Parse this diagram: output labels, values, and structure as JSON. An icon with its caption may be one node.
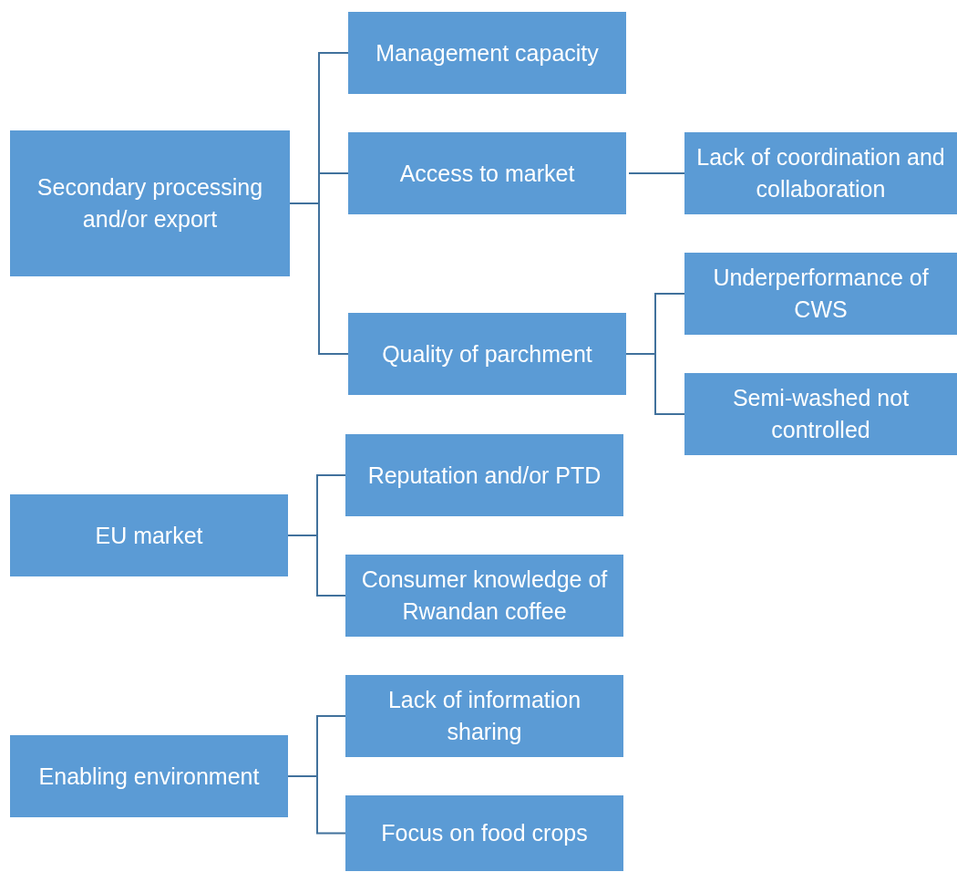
{
  "diagram": {
    "nodes": [
      {
        "text": [
          "Secondary processing and/or export"
        ]
      },
      {
        "text": [
          "Management capacity"
        ]
      },
      {
        "text": [
          "Access to market"
        ]
      },
      {
        "text": [
          "Lack of coordination and collaboration"
        ]
      },
      {
        "text": [
          "Quality of parchment"
        ]
      },
      {
        "text": [
          "Underperformance of CWS"
        ]
      },
      {
        "text": [
          "Semi-washed not controlled"
        ]
      },
      {
        "text": [
          "EU market"
        ]
      },
      {
        "text": [
          "Reputation and/or PTD"
        ]
      },
      {
        "text": [
          "Consumer knowledge of Rwandan coffee"
        ]
      },
      {
        "text": [
          "Enabling environment"
        ]
      },
      {
        "text": [
          "Lack of information sharing"
        ]
      },
      {
        "text": [
          "Focus on food crops"
        ]
      }
    ],
    "edges": [
      {
        "from": 0,
        "to": 1,
        "arrow": "none"
      },
      {
        "from": 0,
        "to": 2,
        "arrow": "none"
      },
      {
        "from": 0,
        "to": 4,
        "arrow": "none"
      },
      {
        "from": 2,
        "to": 3,
        "arrow": "none"
      },
      {
        "from": 4,
        "to": 5,
        "arrow": "none"
      },
      {
        "from": 4,
        "to": 6,
        "arrow": "none"
      },
      {
        "from": 7,
        "to": 8,
        "arrow": "none"
      },
      {
        "from": 7,
        "to": 9,
        "arrow": "none"
      },
      {
        "from": 10,
        "to": 11,
        "arrow": "none"
      },
      {
        "from": 10,
        "to": 12,
        "arrow": "none"
      }
    ]
  }
}
